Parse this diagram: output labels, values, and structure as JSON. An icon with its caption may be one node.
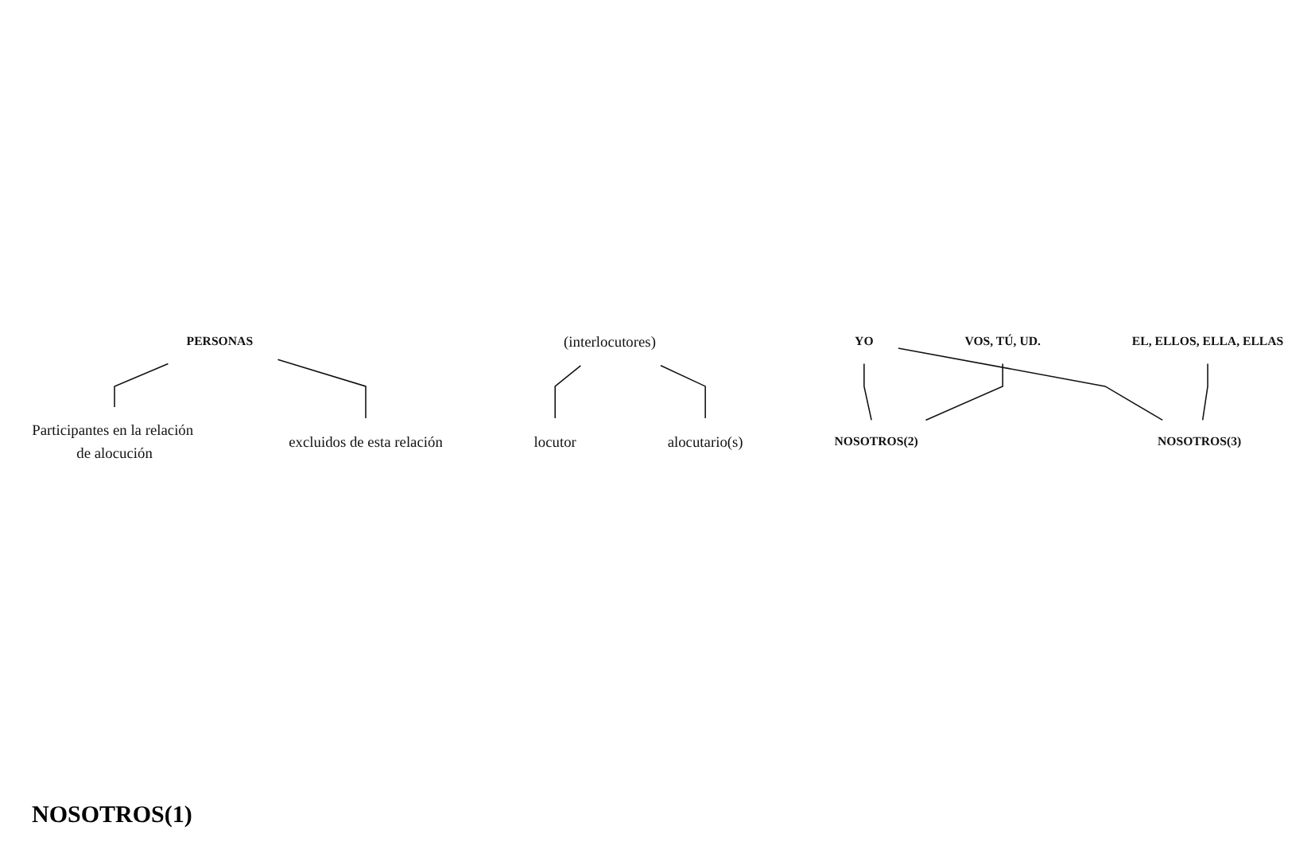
{
  "diagram": {
    "nodes": [
      {
        "text": [
          "PERSONAS"
        ]
      },
      {
        "text": [
          "Participantes en la relación de alocución"
        ]
      },
      {
        "text": [
          "excluidos de esta relación"
        ]
      },
      {
        "text": [
          "(interlocutores)"
        ]
      },
      {
        "text": [
          "locutor"
        ]
      },
      {
        "text": [
          "alocutario(s)"
        ]
      },
      {
        "text": [
          "YO"
        ]
      },
      {
        "text": [
          "VOS, TÚ, UD."
        ]
      },
      {
        "text": [
          "EL, ELLOS, ELLA, ELLAS"
        ]
      },
      {
        "text": [
          "NOSOTROS(2)"
        ]
      },
      {
        "text": [
          "NOSOTROS(3)"
        ]
      }
    ],
    "edges": [
      {
        "from": 0,
        "to": 1,
        "arrow": "none"
      },
      {
        "from": 0,
        "to": 2,
        "arrow": "none"
      },
      {
        "from": 3,
        "to": 4,
        "arrow": "none"
      },
      {
        "from": 3,
        "to": 5,
        "arrow": "none"
      },
      {
        "from": 6,
        "to": 9,
        "arrow": "none"
      },
      {
        "from": 7,
        "to": 9,
        "arrow": "none"
      },
      {
        "from": 6,
        "to": 10,
        "arrow": "none"
      },
      {
        "from": 8,
        "to": 10,
        "arrow": "none"
      }
    ],
    "labels": [
      "NOSOTROS(1)"
    ]
  }
}
